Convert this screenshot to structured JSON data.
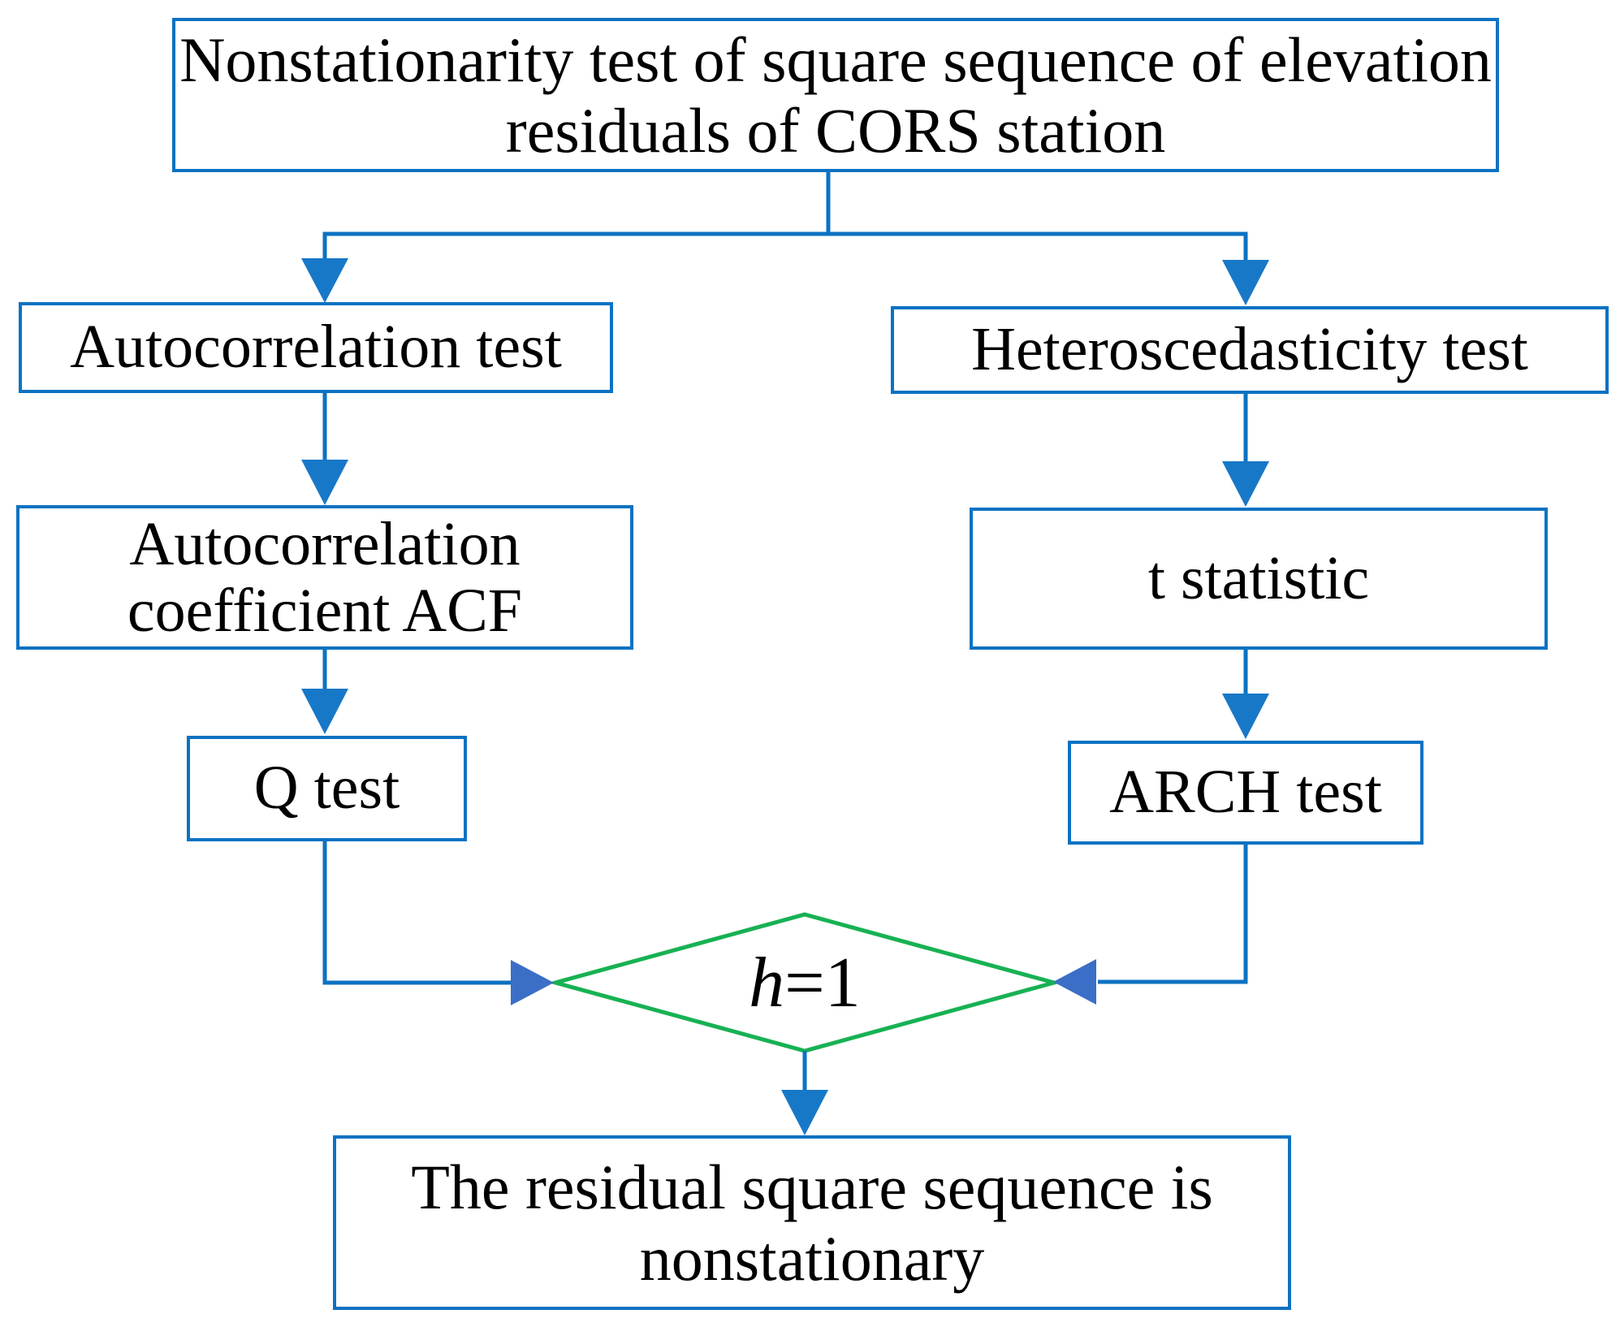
{
  "colors": {
    "line-blue": "#0C72C2",
    "arrow-down-blue": "#1878C8",
    "arrow-side-blue": "#3B6EC7",
    "diamond-green": "#17B153",
    "text-black": "#000000",
    "bg": "#FFFFFF"
  },
  "flowchart": {
    "start": {
      "text": "Nonstationarity test of square sequence of elevation residuals of CORS station"
    },
    "left_branch": {
      "step1": {
        "text": "Autocorrelation test"
      },
      "step2": {
        "text": "Autocorrelation coefficient ACF"
      },
      "step3": {
        "text": "Q test"
      }
    },
    "right_branch": {
      "step1": {
        "text": "Heteroscedasticity test"
      },
      "step2": {
        "text": "t statistic"
      },
      "step3": {
        "text": "ARCH test"
      }
    },
    "decision": {
      "variable": "h",
      "rest": "=1"
    },
    "end": {
      "text": "The residual square sequence is nonstationary"
    }
  }
}
